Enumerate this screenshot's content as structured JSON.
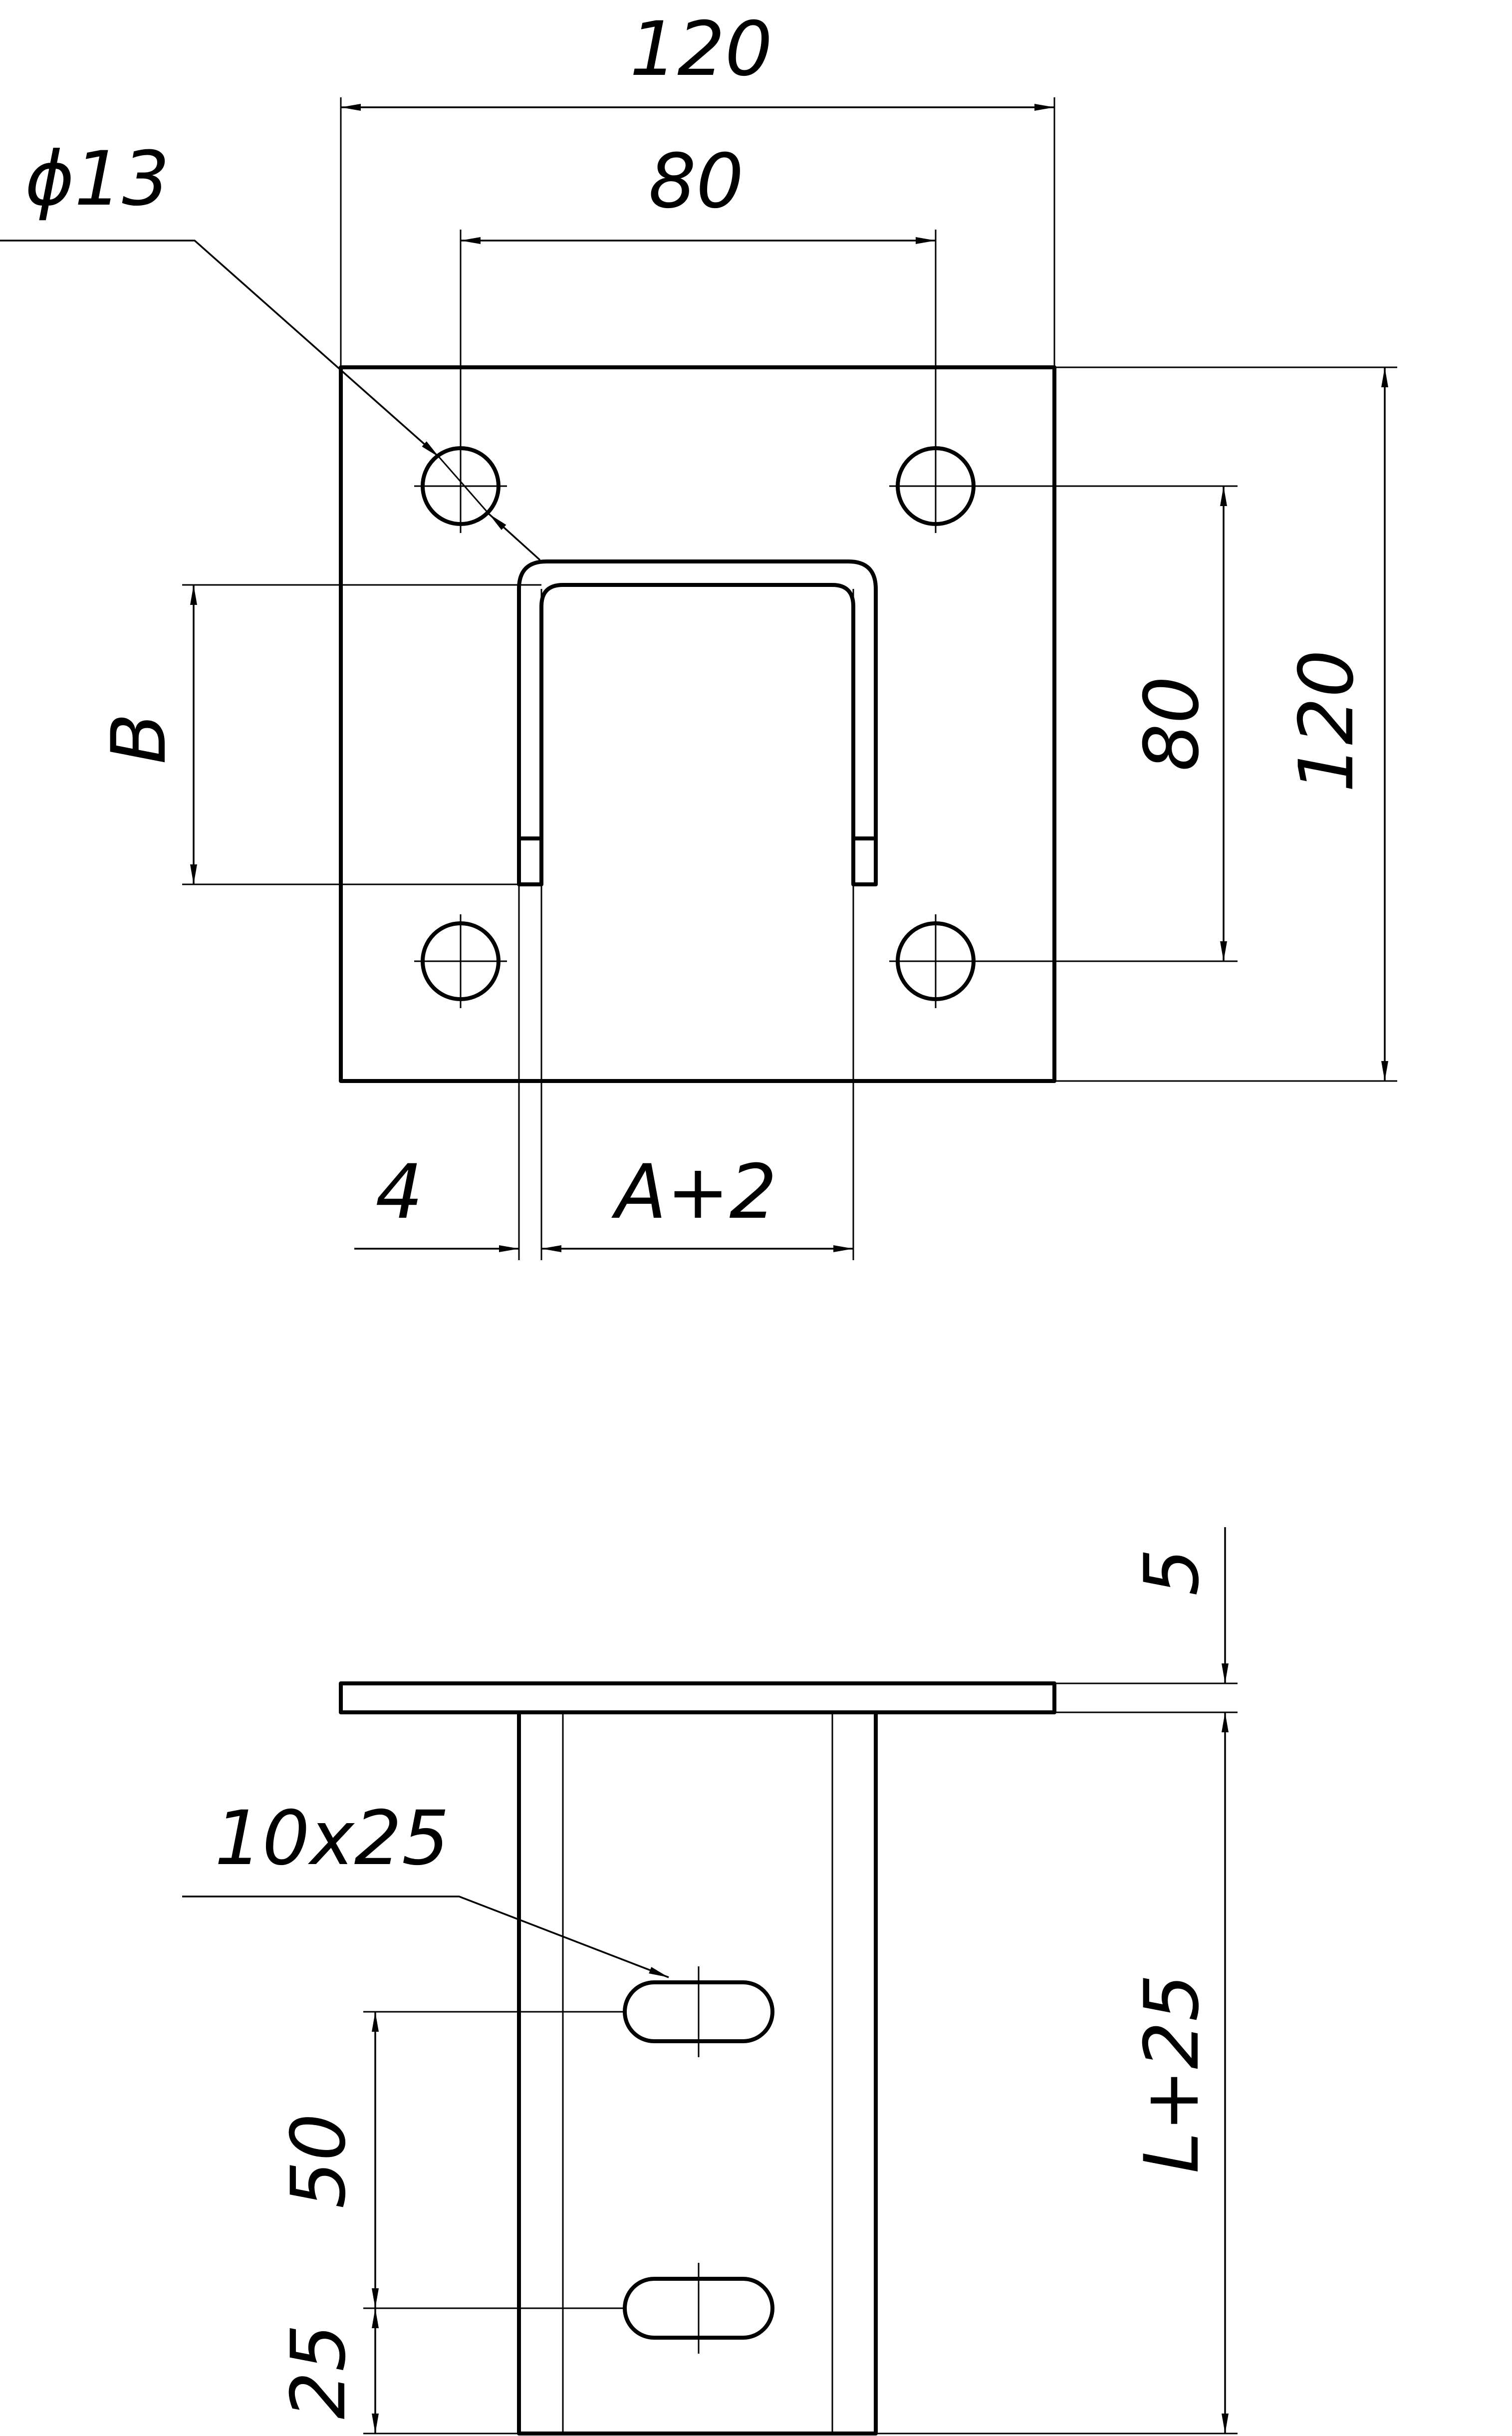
{
  "drawing": {
    "top_view": {
      "plate_width": "120",
      "hole_pitch_horizontal": "80",
      "hole_diameter": "ϕ13",
      "bend_depth": "B",
      "hole_pitch_vertical": "80",
      "plate_height": "120",
      "wall_thickness": "4",
      "channel_width": "A+2"
    },
    "side_view": {
      "plate_thickness": "5",
      "slot_size": "10x25",
      "slot_pitch": "50",
      "slot_offset": "25",
      "post_length": "L+25"
    }
  }
}
